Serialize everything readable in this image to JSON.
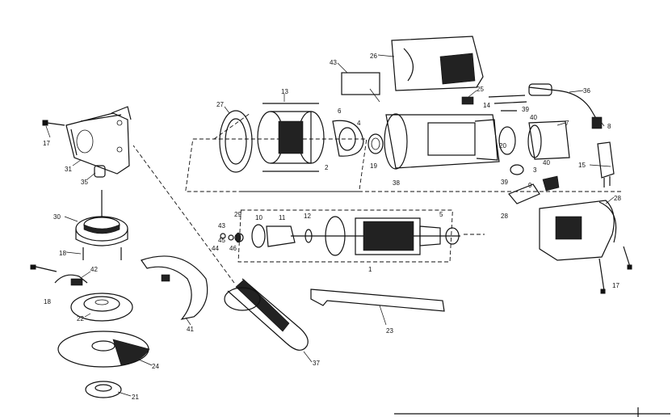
{
  "labels": {
    "l17a": "17",
    "l31": "31",
    "l35": "35",
    "l30": "30",
    "l18a": "18",
    "l42": "42",
    "l18b": "18",
    "l22": "22",
    "l24": "24",
    "l21": "21",
    "l41": "41",
    "l37": "37",
    "l23": "23",
    "l27": "27",
    "l13": "13",
    "l6": "6",
    "l4": "4",
    "l2": "2",
    "l19": "19",
    "l38": "38",
    "l43": "43",
    "l26": "26",
    "l25": "25",
    "l14": "14",
    "l39a": "39",
    "l36": "36",
    "l8": "8",
    "l40a": "40",
    "l7": "7",
    "l20": "20",
    "l3": "3",
    "l40b": "40",
    "l15": "15",
    "l39b": "39",
    "l9": "9",
    "l28a": "28",
    "l28b": "28",
    "l17b": "17",
    "l43b": "43",
    "l44": "44",
    "l45": "45",
    "l46": "46",
    "l29": "29",
    "l10": "10",
    "l11": "11",
    "l12": "12",
    "l1": "1",
    "l5": "5"
  }
}
